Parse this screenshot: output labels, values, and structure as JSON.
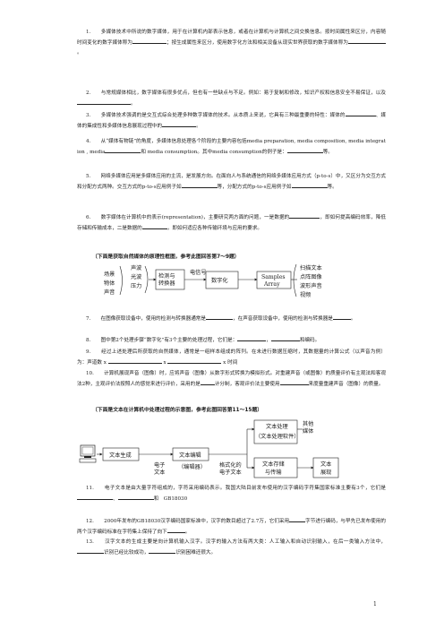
{
  "questions": [
    {
      "id": 1,
      "parts": [
        "1.　　多媒体技术中所说的数字媒体，用于在计算机内部表示信息，或者在计算机与计算机之间交换信息。按时间属性来区分，内容随时间变化的数字媒体称为",
        "；按生成属性来区分，使用数字化方法和相关设备从现实世界获取的数字媒体称为",
        "。"
      ]
    },
    {
      "id": 2,
      "parts": [
        "2.　　与常规媒体相比，数字媒体有很多优点，但也有一些缺点与不足。例如：易于复制和修改，知识产权和信息安全不易保证，以及",
        "。"
      ]
    },
    {
      "id": 3,
      "parts": [
        "3.　　多媒体技术强调的是交互式综合处理多种数字媒体的技术。从本质上来说，它具有三种最重要的特性：媒体的",
        "、媒体的集成性和多媒体信息展现过程中的",
        "。"
      ]
    },
    {
      "id": 4,
      "parts": [
        "4.　　从“媒体有物链”的角度，多媒体信息处理各个阶段的主要内容包括media preparation, media composition, media integration , media",
        "和 media consumption。其中media consumption的例子是：",
        "等。"
      ]
    },
    {
      "id": 5,
      "parts": [
        "5.　　网络多媒体应用是多媒体应用的主流，是发展方向。在面向人与系统通信的网络多媒体应用方式（p-to-s）中，又区分为交互方式和分配方式两种。交互方式的p-to-s应用例子如",
        "等，分配方式的p-to-s应用例子如",
        "等。"
      ]
    },
    {
      "id": 6,
      "parts": [
        "6.　　数字媒体在计算机中的表示(representation)，主要研究两方面的问题，一是数据的",
        "，即如何提高编码效率，降低存储和传输成本，二是数据的",
        "，即如何适应各种传输环境与应用的要求。"
      ]
    },
    {
      "id": 7,
      "parts": [
        "7.　　在图像获取设备中，使用的检测与转换器通常是",
        "，在声音获取设备中，使用的检测与转换器是",
        "。"
      ]
    },
    {
      "id": 8,
      "parts": [
        "8.　　图中第2个处理步骤“数字化”有3个主要的处理过程，它们是：",
        "，",
        "和编码。"
      ]
    },
    {
      "id": 9,
      "parts": [
        "9.　　经过上述处理后所获取的自然媒体，通常是一组样本组成的阵列。在未进行数据压缩时，其数据量的计算公式（以声音为例）为：声道数 x ",
        " x ",
        " x 时间"
      ]
    },
    {
      "id": 10,
      "parts": [
        "10.　　计算机展现声音（图像）时，应将声音（图像）从数字形式转换为模拟形式。对重建声音（或图像）的质量评价有主观法和客观法2种，主观评价法按照人的感觉来进行评价，采用的是",
        "计分制，客观评价法主要使用",
        "来度量重建声音（图像）的质量。"
      ]
    },
    {
      "id": 11,
      "parts": [
        "11.　　电子文本是由大量字符组成的，字符采用编码表示。我国大陆目前发布使用的汉字编码字符集国家标准主要有3个，它们是",
        "、",
        "和　GB18030"
      ]
    },
    {
      "id": 12,
      "parts": [
        "12.　　2000年发布的GB18030汉字编码国家标准中，汉字的数目超过了2.7万，它们采用",
        "字节进行编码，与早先已发布使用的两个汉字编码标准在字符集上保持了向下",
        "。"
      ]
    },
    {
      "id": 13,
      "parts": [
        "13.　　汉字文本的生成主要是向计算机输入汉字。汉字的输入方法有两大类：人工输入和自动识别输入，在后一类输入方法中，",
        "识别已经比较成功，",
        "识别困难还很大。"
      ]
    }
  ],
  "heading1": "（下面是获取自然媒体的原理性框图，参考此图回答第7～9题）",
  "heading2": "（下面是文本在计算机中处理过程的示意图，参考此图回答第11～15题）",
  "diagram1": {
    "sources": [
      "场景",
      "物体",
      "声音"
    ],
    "signals": [
      "声波",
      "光波",
      "压力"
    ],
    "box1": [
      "检测与",
      "转换器"
    ],
    "edge1": "电信号",
    "box2": "数字化",
    "box3": [
      "Samples",
      "Array"
    ],
    "outputs": [
      "扫描文本",
      "点阵图像",
      "波形声音",
      "视频"
    ]
  },
  "diagram2": {
    "gen": "文本生成",
    "edit": "文本编辑",
    "e1": [
      "电子",
      "文本"
    ],
    "e2": "（编辑器）",
    "e3": [
      "格式化的",
      "电子文本"
    ],
    "proc": [
      "文本处理",
      "（文本处理软件）"
    ],
    "other": [
      "其他",
      "媒体"
    ],
    "store": [
      "文本存储",
      "与传输"
    ],
    "show": [
      "文本",
      "展现"
    ]
  },
  "page_number": "1"
}
